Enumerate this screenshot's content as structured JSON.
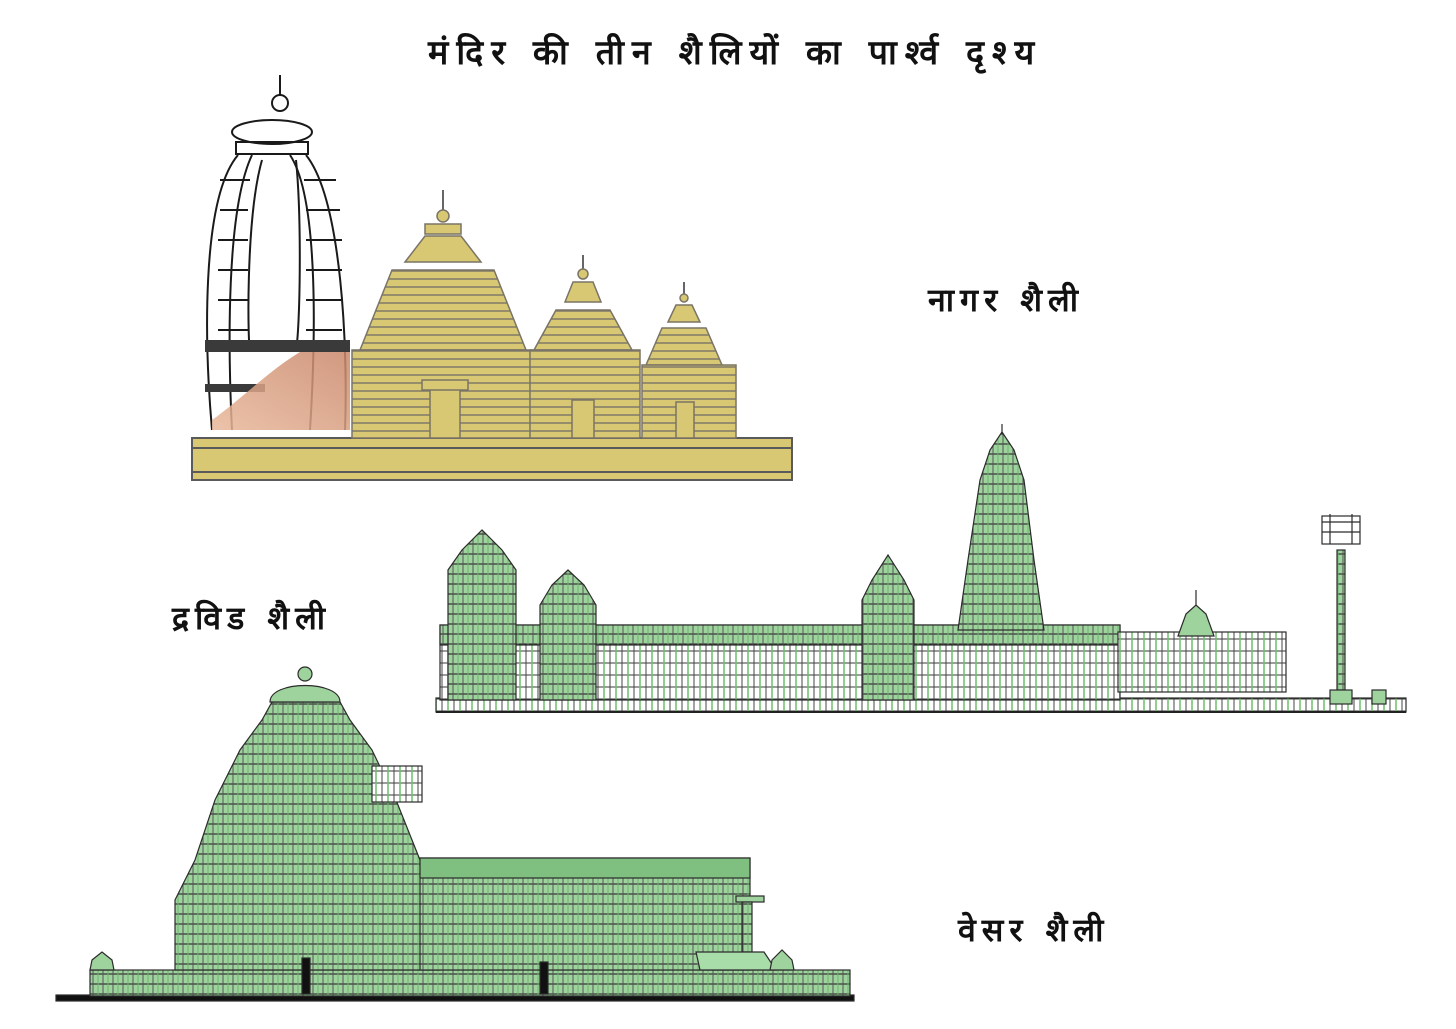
{
  "title": "मंदिर की तीन शैलियों का पार्श्व दृश्य",
  "labels": {
    "nagara": "नागर शैली",
    "dravida": "द्रविड शैली",
    "vesara": "वेसर शैली"
  },
  "drawings": [
    {
      "id": "nagara",
      "caption_ref": "labels.nagara",
      "fill": "#d8c873",
      "line": "#5a5a5a",
      "accent": "#c98a6a"
    },
    {
      "id": "dravida",
      "caption_ref": "labels.dravida",
      "fill": "#8fcf8f",
      "line": "#2b2b2b"
    },
    {
      "id": "vesara",
      "caption_ref": "labels.vesara",
      "fill": "#86c986",
      "line": "#2b2b2b"
    }
  ],
  "colors": {
    "background": "#ffffff",
    "text": "#111111",
    "nagara_fill": "#d8c873",
    "nagara_line": "#5a5a5a",
    "green_fill": "#8fcf8f",
    "dark_line": "#2b2b2b"
  }
}
